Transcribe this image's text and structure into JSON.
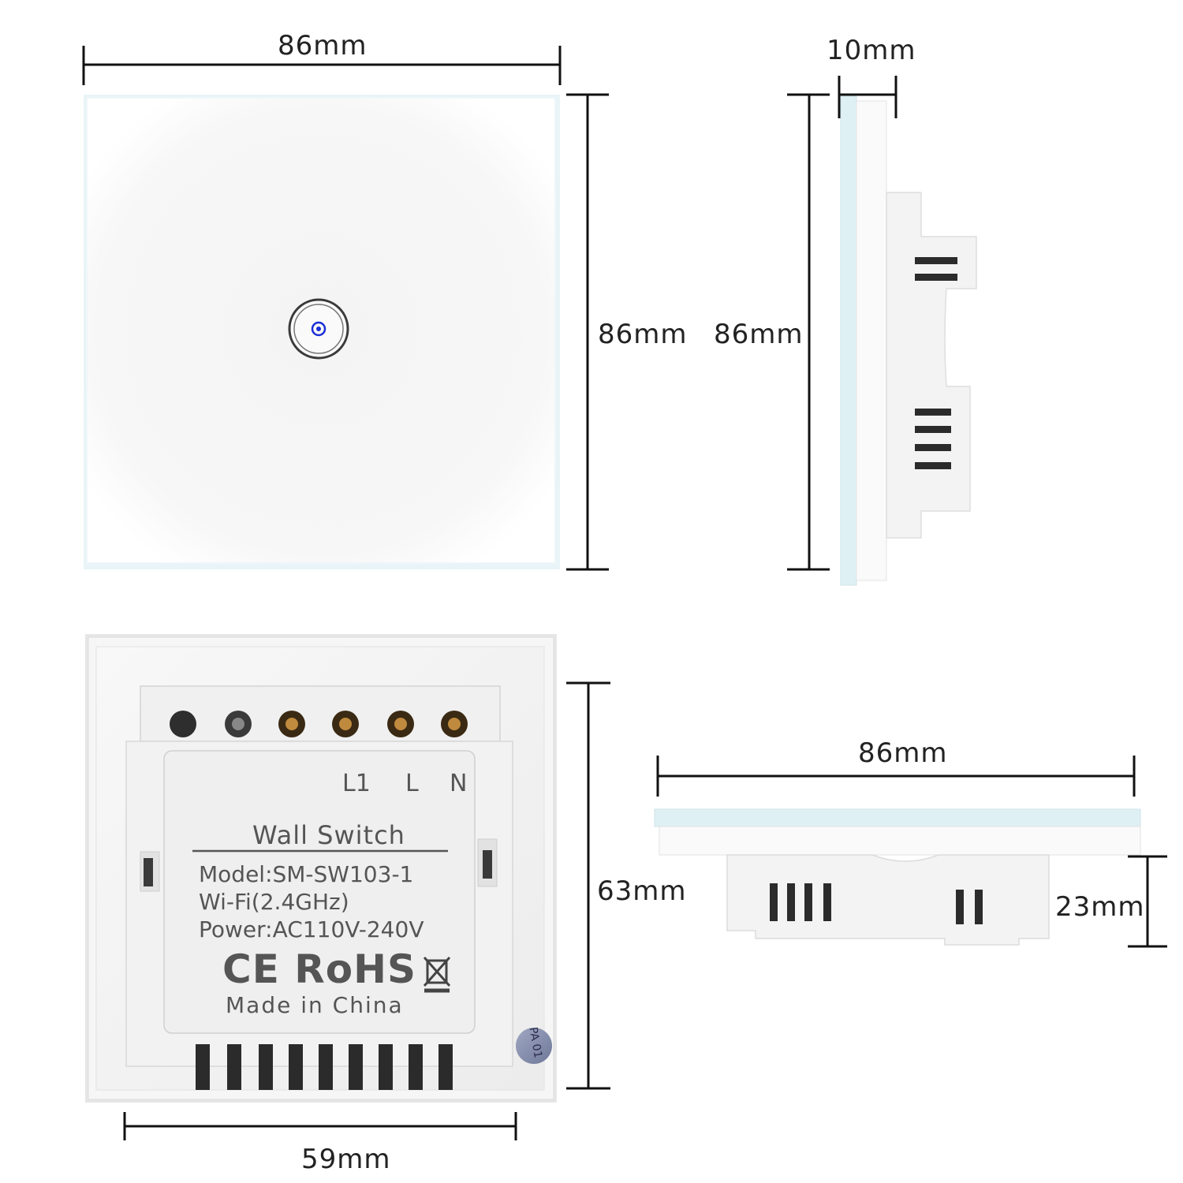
{
  "dimensions": {
    "front_width": "86mm",
    "front_height": "86mm",
    "side_depth": "10mm",
    "side_height": "86mm",
    "back_height": "63mm",
    "back_width": "59mm",
    "bottom_width": "86mm",
    "bottom_depth": "23mm"
  },
  "back_label": {
    "terminals": [
      "L1",
      "L",
      "N"
    ],
    "title": "Wall Switch",
    "model": "Model:SM-SW103-1",
    "wifi": "Wi-Fi(2.4GHz)",
    "power": "Power:AC110V-240V",
    "cert": "CE RoHS",
    "origin": "Made in China",
    "sticker": "PA 01"
  },
  "colors": {
    "panel_edge": "#dff0f4",
    "led": "#1a2fd6",
    "dimension_line": "#111111",
    "plastic": "#f2f2f2",
    "slot": "#2b2b2b"
  }
}
